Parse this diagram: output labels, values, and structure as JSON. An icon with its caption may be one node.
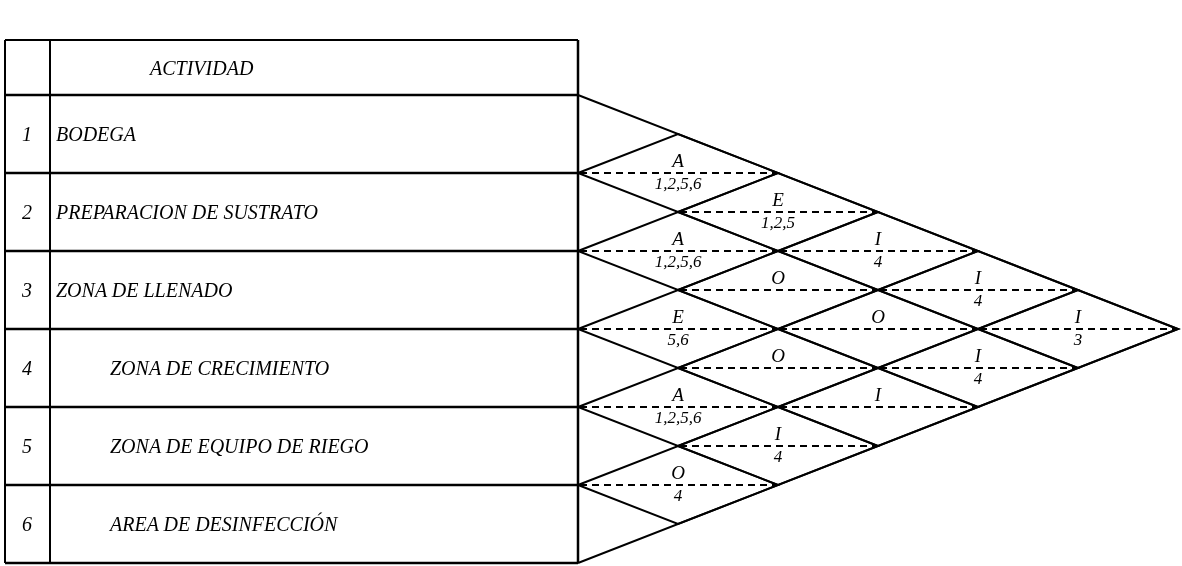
{
  "diagram": {
    "nodes": [
      {
        "text": [
          "A",
          "1,2,5,6"
        ]
      },
      {
        "text": [
          "E",
          "1,2,5"
        ]
      },
      {
        "text": [
          "A",
          "1,2,5,6"
        ]
      },
      {
        "text": [
          "I",
          "4"
        ]
      },
      {
        "text": [
          "O"
        ]
      },
      {
        "text": [
          "I",
          "4"
        ]
      },
      {
        "text": [
          "E",
          "5,6"
        ]
      },
      {
        "text": [
          "O"
        ]
      },
      {
        "text": [
          "I",
          "3"
        ]
      },
      {
        "text": [
          "O"
        ]
      },
      {
        "text": [
          "I",
          "4"
        ]
      },
      {
        "text": [
          "A",
          "1,2,5,6"
        ]
      },
      {
        "text": [
          "I"
        ]
      },
      {
        "text": [
          "I",
          "4"
        ]
      },
      {
        "text": [
          "O",
          "4"
        ]
      }
    ],
    "labels": [
      "ACTIVIDAD",
      "1",
      "BODEGA",
      "2",
      "PREPARACION DE SUSTRATO",
      "3",
      "ZONA DE LLENADO",
      "4",
      "ZONA DE CRECIMIENTO",
      "5",
      "ZONA DE EQUIPO DE RIEGO",
      "6",
      "AREA DE DESINFECCIÓN"
    ]
  }
}
